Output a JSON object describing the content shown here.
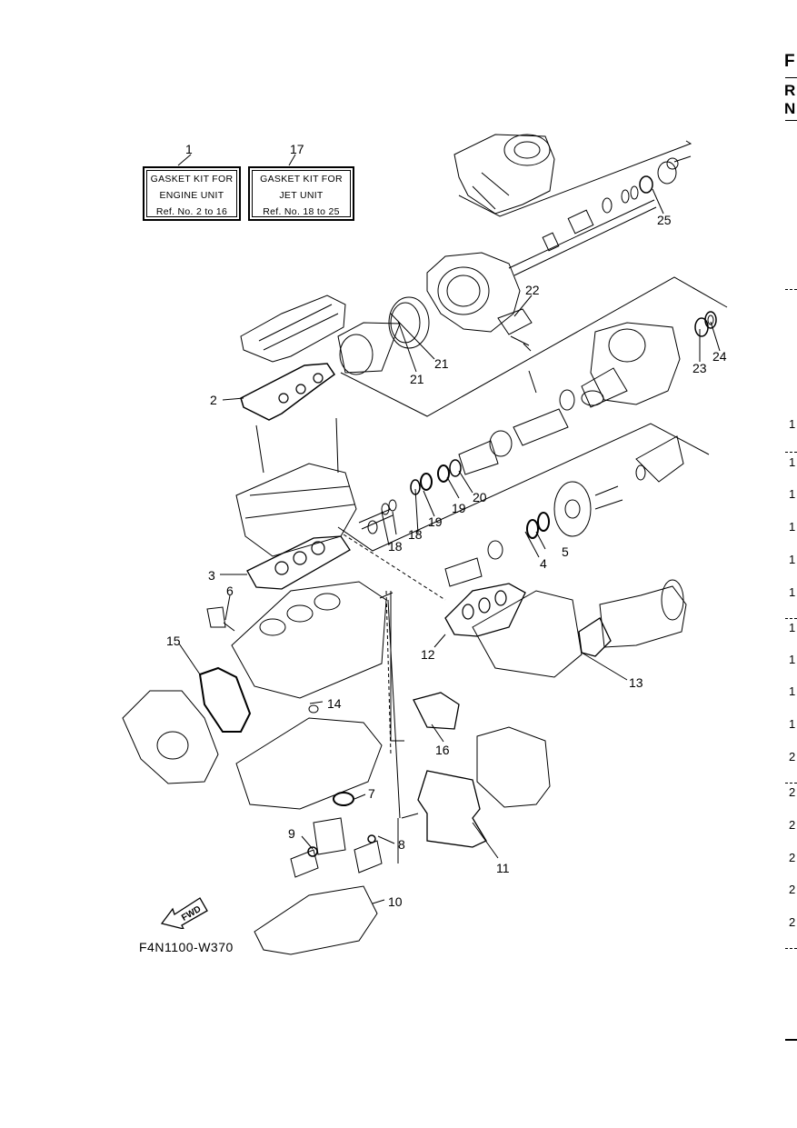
{
  "kits": [
    {
      "number": "1",
      "lines": [
        "GASKET KIT FOR",
        "ENGINE UNIT",
        "Ref. No. 2 to 16"
      ]
    },
    {
      "number": "17",
      "lines": [
        "GASKET KIT FOR",
        "JET UNIT",
        "Ref. No. 18 to 25"
      ]
    }
  ],
  "callouts": [
    "2",
    "3",
    "4",
    "5",
    "6",
    "7",
    "8",
    "9",
    "10",
    "11",
    "12",
    "13",
    "14",
    "15",
    "16",
    "18",
    "18",
    "19",
    "19",
    "20",
    "21",
    "21",
    "22",
    "23",
    "24",
    "25"
  ],
  "fwd_label": "FWD",
  "figure_code": "F4N1100-W370",
  "right_edge": {
    "letters": [
      "F",
      "R",
      "N"
    ],
    "numbers": [
      "1",
      "1",
      "1",
      "1",
      "1",
      "1",
      "1",
      "1",
      "1",
      "1",
      "2",
      "2",
      "2",
      "2",
      "2",
      "2"
    ]
  }
}
